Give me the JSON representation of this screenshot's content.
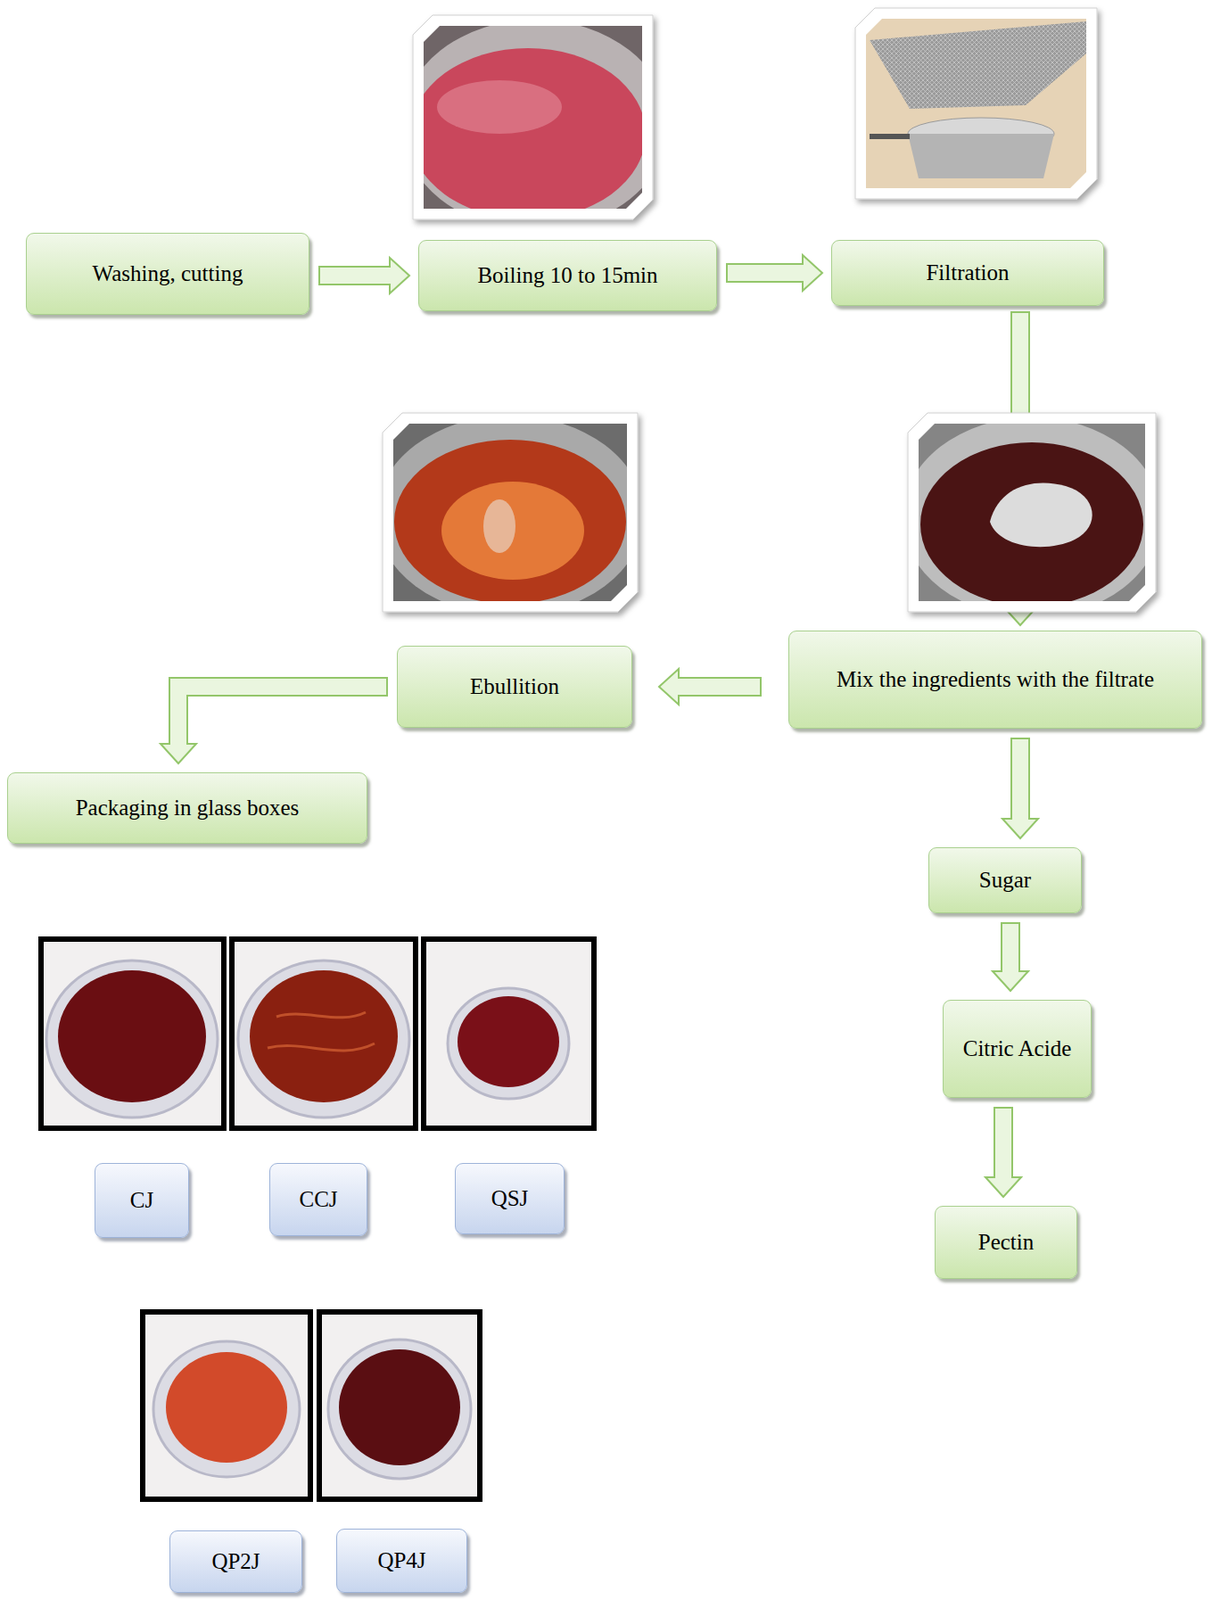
{
  "diagram": {
    "nodes": [
      {
        "text": [
          "Washing, cutting"
        ]
      },
      {
        "text": [
          "Boiling 10 to 15min"
        ]
      },
      {
        "text": [
          "Filtration"
        ]
      },
      {
        "text": [
          "Mix the ingredients with the filtrate"
        ]
      },
      {
        "text": [
          "Ebullition"
        ]
      },
      {
        "text": [
          "Packaging in glass boxes"
        ]
      },
      {
        "text": [
          "Sugar"
        ]
      },
      {
        "text": [
          "Citric Acide"
        ]
      },
      {
        "text": [
          "Pectin"
        ]
      },
      {
        "text": [
          "CJ"
        ]
      },
      {
        "text": [
          "CCJ"
        ]
      },
      {
        "text": [
          "QSJ"
        ]
      },
      {
        "text": [
          "QP2J"
        ]
      },
      {
        "text": [
          "QP4J"
        ]
      }
    ],
    "edges": [
      {
        "from": 0,
        "to": 1,
        "arrow": "to"
      },
      {
        "from": 1,
        "to": 2,
        "arrow": "to"
      },
      {
        "from": 2,
        "to": 3,
        "arrow": "to"
      },
      {
        "from": 3,
        "to": 4,
        "arrow": "to"
      },
      {
        "from": 4,
        "to": 5,
        "arrow": "to"
      },
      {
        "from": 3,
        "to": 6,
        "arrow": "to"
      },
      {
        "from": 6,
        "to": 7,
        "arrow": "to"
      },
      {
        "from": 7,
        "to": 8,
        "arrow": "to"
      }
    ]
  }
}
